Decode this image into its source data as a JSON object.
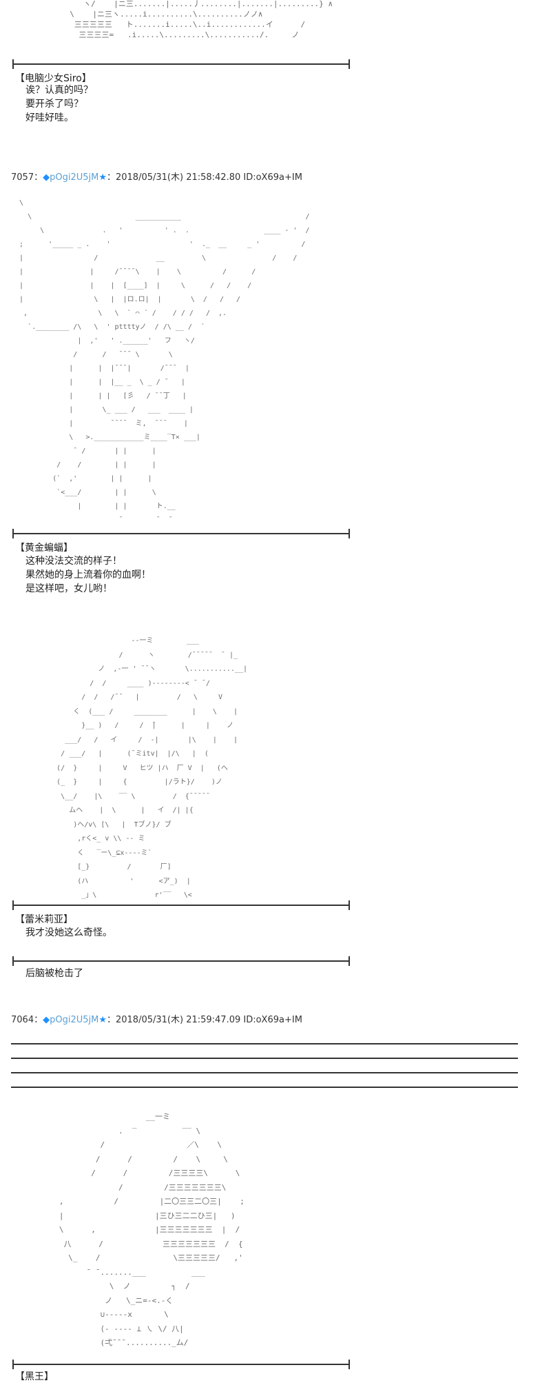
{
  "panel1": {
    "art": "     ヽ/    |ニ三.......|.....丿........|.......|.........} ∧\n  \\    |ニ三ヽ.....i..........\\..........ノノ∧\n   三三三三三   ト.......i.....\\..i............イ      /\n    三三三三=   .i.....\\.........\\.........../.     ノ",
    "speaker": "【电脑少女Siro】",
    "lines": [
      "诶？认真的吗？",
      "要开杀了吗？",
      "好哇好哇。"
    ]
  },
  "post1": {
    "number": "7057：",
    "diamond": "◆",
    "trip": "pOgi2U5jM",
    "star": "★",
    "meta": "：2018/05/31(木) 21:58:42.80 ID:oX69a+IM"
  },
  "panel2": {
    "art": "  \\\n    \\                         ___________                              /\n       \\              .   '          ' .  .                  ____ - '  /\n  ;      '_____ _ .    '                   '  ._  __     _ '          /\n  |                 /              __         \\                /    /\n  |                |     /¯¯¯¯\\    |    \\          /      /\n  |                |    |  [____]  |     \\      /   /    /\n  |                 \\   |  |ロ.ロ|  |       \\  /   /   /\n   ,                 \\   \\  ` ⌒ ´ /    / / /   /  ,.\n    `.________ /\\   \\  ' pttttyノ  / /\\ __ /  ´\n                |  ,'   ' .______'   フ   ヽ/\n               /      /   ¯¯¯ \\       \\\n              |      |  |¯¯¯|       /¯¯¯  |\n              |      |  |__ _  \\ _ / ̄    |\n              |      | |   [彡   / ̄ ̄ 丁   |\n              |       \\_ ___ /   ___  ____ |\n              |         ¯¯¯¯  ミ,  ¯¯¯    |\n              \\   >.____________ミ____‾T× ___|\n               ¯ /       | |      |\n           /    /        | |      |\n          (`  ,'        | |      |\n           `<___/        | |      \\\n                |        | |       ト.__\n                          ¯        ¯  ¯",
    "speaker": "【黄金蝙蝠】",
    "lines": [
      "这种没法交流的样子！",
      "果然她的身上流着你的血啊！",
      "是这样吧，女儿哟！"
    ]
  },
  "panel3": {
    "art": "                         --一ミ        ___\n                      /      ヽ        /¯¯¯¯¯  ¯ |_\n                 ノ  ,-一 ' ¯¯ヽ       \\...........__|\n               /  /     ____ )--------< ¯ ¯/\n             /  /   /¯¯   |         /   \\     V\n           く  (___ /     ________      |    \\    |\n             }__ )   /     /  ̄|      |     |    ノ\n         ___/   /   イ     /  -|       |\\    |    |\n        / ___/   |      (¯ミitv|  |/\\   |  (\n       (/  }     |     V   ヒツ |ハ  厂 V  |   (へ\n       (_  }     |     {         |/ラト}/    )ノ\n        \\__/    |\\    ‾‾ \\         /  {¯¯¯¯¯\n          ムヘ    |  \\      |   イ  /| |{\n           )ヘ/v\\ [\\   |  Tブノ}/ ブ\n            ,rく<_ v \\\\ -- ミ\n            く   ‾ー\\_⊆x----ミ`\n            [_}         /       厂]\n            (ハ          '      <ア_)  |\n             _」\\              r'‾‾   \\<",
    "speaker": "【蕾米莉亚】",
    "lines": [
      "我才没她这么奇怪。"
    ],
    "caption": "后脑被枪击了"
  },
  "post2": {
    "number": "7064：",
    "diamond": "◆",
    "trip": "pOgi2U5jM",
    "star": "★",
    "meta": "：2018/05/31(木) 21:59:47.09 ID:oX69a+IM"
  },
  "panel4": {
    "art": "                      __一ミ\n                .  ‾          ‾‾ \\\n            /                  ／\\    \\\n           /      /         /    \\     \\\n          /      /         /三三三三\\      \\\n                /         /三三三三三三三\\\n   ,           /         |二〇三三二〇三|    ;\n   |                    |三ひ三二二ひ三|   )\n   \\      ,             |三三三三三三三  |  /\n    八      /             三三三三三三三  /  {\n     \\_    /                \\三三三三三/   ,'\n         ¯ ¯.......___          ___\n              \\  ノ         ┐  /\n             ノ   \\_ニ=-<.‐く\n            ∪-----x       \\\n            ⟨- ---- ⊥ ㇏ \\/ 八|\n            (弌¯¯¯.........._ム/",
    "speaker": "【黑王】"
  }
}
